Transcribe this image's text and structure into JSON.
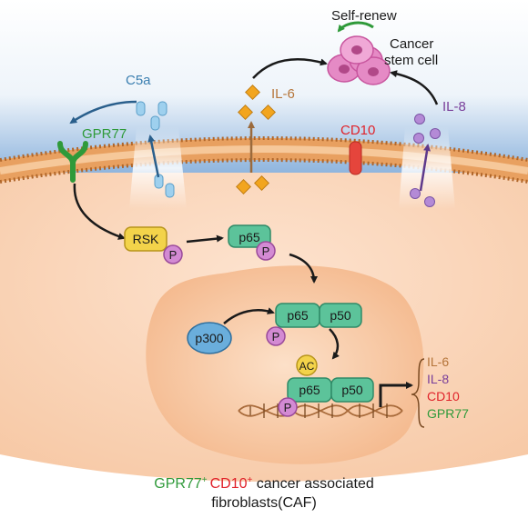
{
  "labels": {
    "self_renew": "Self-renew",
    "cancer_stem_cell": [
      "Cancer",
      "stem cell"
    ],
    "c5a": "C5a",
    "gpr77": "GPR77",
    "il6": "IL-6",
    "cd10": "CD10",
    "il8": "IL-8",
    "rsk": "RSK",
    "p65": "p65",
    "p50": "p50",
    "p300": "p300",
    "p": "P",
    "ac": "AC"
  },
  "gene_targets": [
    {
      "text": "IL-6",
      "color": "#b5753a"
    },
    {
      "text": "IL-8",
      "color": "#7a3f9a"
    },
    {
      "text": "CD10",
      "color": "#e0222a"
    },
    {
      "text": "GPR77",
      "color": "#2f9a3a"
    }
  ],
  "caption": {
    "gpr77": "GPR77",
    "sup1": "+",
    "cd10": "CD10",
    "sup2": "+",
    "rest": " cancer associated",
    "line2": "fibroblasts(CAF)"
  },
  "colors": {
    "gpr77_green": "#2f9a3a",
    "cd10_red": "#e0222a",
    "il6_brown": "#b5753a",
    "il8_purple": "#7a3f9a",
    "c5a_blue": "#3b7fb0"
  }
}
